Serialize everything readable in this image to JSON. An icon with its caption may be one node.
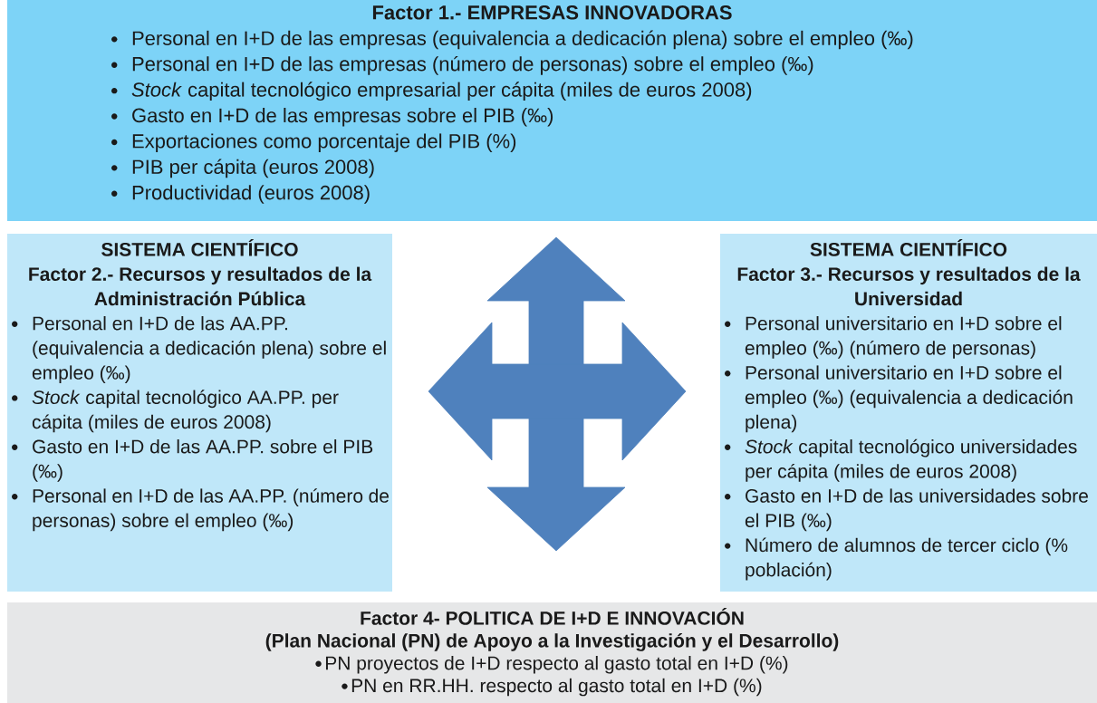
{
  "diagram": {
    "nodes": [
      {
        "text": [
          "Factor 1.- EMPRESAS INNOVADORAS",
          "Personal en I+D de las empresas (equivalencia a dedicación plena) sobre el empleo (‰)",
          "Personal en I+D de las empresas (número de personas) sobre el empleo (‰)",
          "*Stock* capital tecnológico empresarial per cápita (miles de euros 2008)",
          "Gasto en I+D de las empresas sobre el PIB (‰)",
          "Exportaciones como porcentaje del PIB (%)",
          "PIB per cápita (euros 2008)",
          "Productividad (euros 2008)"
        ]
      },
      {
        "text": [
          "SISTEMA CIENTÍFICO",
          "Factor 2.- Recursos y resultados de la Administración Pública",
          "Personal en I+D de las AA.PP. (equivalencia a dedicación plena) sobre el empleo (‰)",
          "*Stock* capital tecnológico AA.PP. per cápita (miles de euros 2008)",
          "Gasto en I+D de las AA.PP. sobre el PIB (‰)",
          "Personal en I+D de las AA.PP. (número de personas) sobre el empleo (‰)"
        ]
      },
      {
        "text": [
          "SISTEMA CIENTÍFICO",
          "Factor 3.- Recursos y resultados de la Universidad",
          "Personal universitario en I+D sobre el empleo (‰) (número de personas)",
          "Personal universitario en I+D sobre el empleo (‰) (equivalencia a dedicación plena)",
          "*Stock* capital tecnológico universidades per cápita (miles de euros 2008)",
          "Gasto en I+D de las universidades sobre el PIB (‰)",
          "Número de alumnos de tercer ciclo (% población)"
        ]
      },
      {
        "text": [
          "Factor 4- POLITICA DE I+D E INNOVACIÓN",
          "(Plan Nacional (PN) de Apoyo a la Investigación y el Desarrollo)",
          "PN proyectos de I+D respecto al gasto total en I+D (%)",
          "PN en RR.HH. respecto al gasto total en I+D (%)"
        ]
      }
    ],
    "edges": [
      {
        "from": 0,
        "to": 3,
        "arrow": "both"
      },
      {
        "from": 1,
        "to": 2,
        "arrow": "both"
      }
    ]
  }
}
